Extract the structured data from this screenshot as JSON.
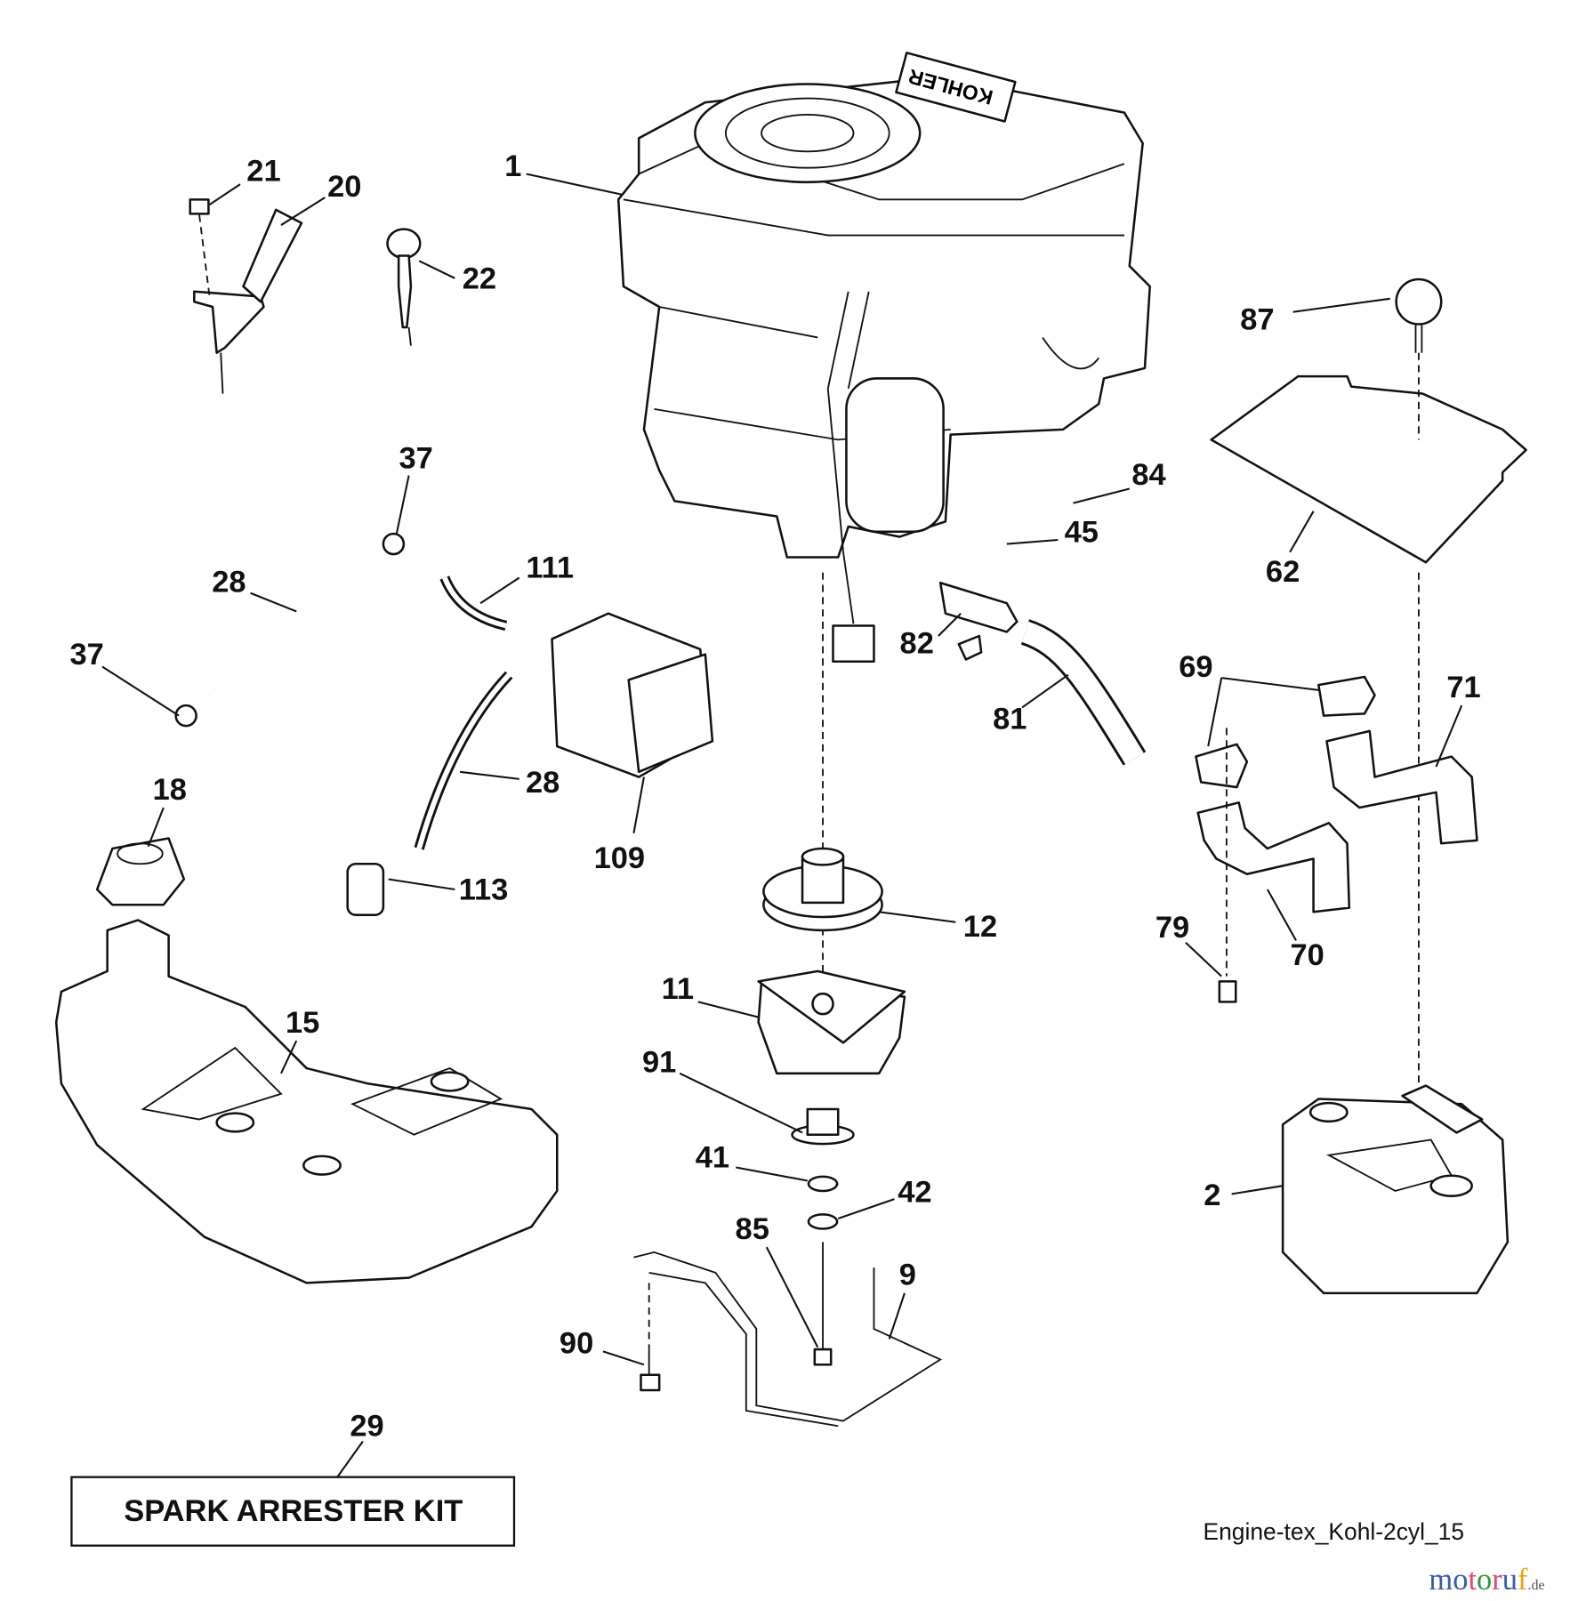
{
  "diagram": {
    "reference": "Engine-tex_Kohl-2cyl_15",
    "engine_brand_marking": "KOHLER",
    "kit_label": "SPARK ARRESTER KIT",
    "callouts": [
      "1",
      "21",
      "20",
      "22",
      "87",
      "37",
      "28",
      "111",
      "84",
      "45",
      "62",
      "37",
      "82",
      "69",
      "71",
      "81",
      "28",
      "18",
      "109",
      "113",
      "12",
      "79",
      "70",
      "11",
      "15",
      "91",
      "41",
      "42",
      "2",
      "85",
      "9",
      "90",
      "29"
    ]
  },
  "watermark": {
    "letters": [
      "m",
      "o",
      "t",
      "o",
      "r",
      "u",
      "f"
    ],
    "colors": [
      "#3b5aa8",
      "#3b5aa8",
      "#e0457b",
      "#2f9a3e",
      "#e0457b",
      "#3b5aa8",
      "#e8a317"
    ],
    "suffix": ".de"
  }
}
